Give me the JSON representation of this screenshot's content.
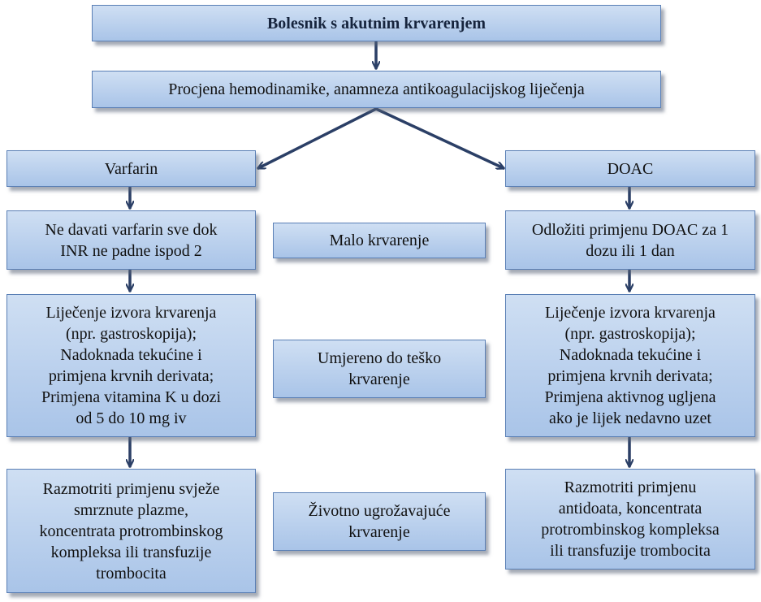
{
  "title": "Bolesnik s akutnim krvarenjem",
  "assessment": "Procjena hemodinamike, anamneza antikoagulacijskog liječenja",
  "branches": {
    "left": "Varfarin",
    "right": "DOAC"
  },
  "severity": {
    "mild": "Malo krvarenje",
    "moderate": "Umjereno do teško\nkrvarenje",
    "severe": "Životno ugrožavajuće\nkrvarenje"
  },
  "warfarin_steps": [
    "Ne davati varfarin sve dok\nINR ne padne ispod 2",
    "Liječenje izvora krvarenja\n(npr. gastroskopija);\nNadoknada tekućine i\nprimjena krvnih derivata;\nPrimjena vitamina K u dozi\nod 5 do 10 mg iv",
    "Razmotriti primjenu svježe\nsmrznute plazme,\nkoncentrata protrombinskog\nkompleksa ili transfuzije\ntrombocita"
  ],
  "doac_steps": [
    "Odložiti primjenu DOAC za 1\ndozu ili 1 dan",
    "Liječenje izvora krvarenja\n(npr. gastroskopija);\nNadoknada tekućine i\nprimjena krvnih derivata;\nPrimjena aktivnog ugljena\nako je lijek nedavno uzet",
    "Razmotriti primjenu\nantidoata, koncentrata\nprotrombinskog kompleksa\nili transfuzije trombocita"
  ]
}
